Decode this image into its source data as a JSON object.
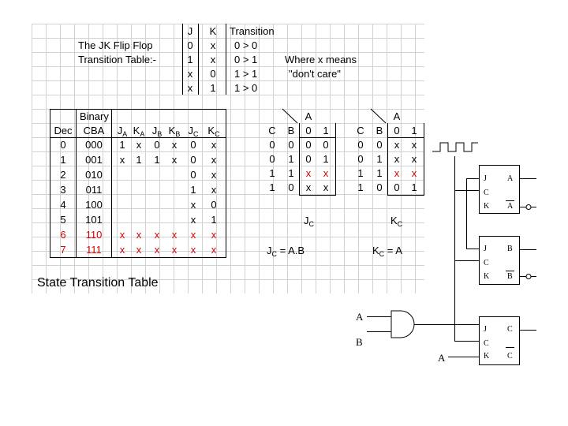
{
  "intro": {
    "line1": "The JK Flip Flop",
    "line2": "Transition Table:-",
    "note1": "Where x means",
    "note2": "\"don't care\""
  },
  "jk_table": {
    "headers": [
      "J",
      "K",
      "Transition"
    ],
    "rows": [
      [
        "0",
        "x",
        "0 > 0"
      ],
      [
        "1",
        "x",
        "0 > 1"
      ],
      [
        "x",
        "0",
        "1 > 1"
      ],
      [
        "x",
        "1",
        "1 > 0"
      ]
    ]
  },
  "state_table": {
    "header_binary": "Binary",
    "header_dec": "Dec",
    "header_cba": "CBA",
    "excitation_headers": [
      {
        "main": "J",
        "sub": "A"
      },
      {
        "main": "K",
        "sub": "A"
      },
      {
        "main": "J",
        "sub": "B"
      },
      {
        "main": "K",
        "sub": "B"
      },
      {
        "main": "J",
        "sub": "C"
      },
      {
        "main": "K",
        "sub": "C"
      }
    ],
    "rows": [
      {
        "dec": "0",
        "bin": "000",
        "ja": "1",
        "ka": "x",
        "jb": "0",
        "kb": "x",
        "jc": "0",
        "kc": "x",
        "unused": false
      },
      {
        "dec": "1",
        "bin": "001",
        "ja": "x",
        "ka": "1",
        "jb": "1",
        "kb": "x",
        "jc": "0",
        "kc": "x",
        "unused": false
      },
      {
        "dec": "2",
        "bin": "010",
        "ja": "",
        "ka": "",
        "jb": "",
        "kb": "",
        "jc": "0",
        "kc": "x",
        "unused": false
      },
      {
        "dec": "3",
        "bin": "011",
        "ja": "",
        "ka": "",
        "jb": "",
        "kb": "",
        "jc": "1",
        "kc": "x",
        "unused": false
      },
      {
        "dec": "4",
        "bin": "100",
        "ja": "",
        "ka": "",
        "jb": "",
        "kb": "",
        "jc": "x",
        "kc": "0",
        "unused": false
      },
      {
        "dec": "5",
        "bin": "101",
        "ja": "",
        "ka": "",
        "jb": "",
        "kb": "",
        "jc": "x",
        "kc": "1",
        "unused": false
      },
      {
        "dec": "6",
        "bin": "110",
        "ja": "x",
        "ka": "x",
        "jb": "x",
        "kb": "x",
        "jc": "x",
        "kc": "x",
        "unused": true
      },
      {
        "dec": "7",
        "bin": "111",
        "ja": "x",
        "ka": "x",
        "jb": "x",
        "kb": "x",
        "jc": "x",
        "kc": "x",
        "unused": true
      }
    ]
  },
  "kmap_jc": {
    "var_top": "A",
    "col_labels": [
      "0",
      "1"
    ],
    "row_headers": [
      "C",
      "B"
    ],
    "rows": [
      {
        "c": "0",
        "b": "0",
        "cells": [
          "0",
          "0"
        ],
        "red": [
          false,
          false
        ]
      },
      {
        "c": "0",
        "b": "1",
        "cells": [
          "0",
          "1"
        ],
        "red": [
          false,
          false
        ]
      },
      {
        "c": "1",
        "b": "1",
        "cells": [
          "x",
          "x"
        ],
        "red": [
          true,
          true
        ]
      },
      {
        "c": "1",
        "b": "0",
        "cells": [
          "x",
          "x"
        ],
        "red": [
          false,
          false
        ]
      }
    ],
    "name_main": "J",
    "name_sub": "C",
    "eq_main": "J",
    "eq_sub": "C",
    "eq_rhs": " = A.B"
  },
  "kmap_kc": {
    "var_top": "A",
    "col_labels": [
      "0",
      "1"
    ],
    "row_headers": [
      "C",
      "B"
    ],
    "rows": [
      {
        "c": "0",
        "b": "0",
        "cells": [
          "x",
          "x"
        ],
        "red": [
          false,
          false
        ]
      },
      {
        "c": "0",
        "b": "1",
        "cells": [
          "x",
          "x"
        ],
        "red": [
          false,
          false
        ]
      },
      {
        "c": "1",
        "b": "1",
        "cells": [
          "x",
          "x"
        ],
        "red": [
          true,
          true
        ]
      },
      {
        "c": "1",
        "b": "0",
        "cells": [
          "0",
          "1"
        ],
        "red": [
          false,
          false
        ]
      }
    ],
    "name_main": "K",
    "name_sub": "C",
    "eq_main": "K",
    "eq_sub": "C",
    "eq_rhs": " = A"
  },
  "section_title": "State Transition Table",
  "circuit": {
    "flipflops": [
      {
        "j": "J",
        "c": "C",
        "k": "K",
        "q": "A",
        "qbar": "A"
      },
      {
        "j": "J",
        "c": "C",
        "k": "K",
        "q": "B",
        "qbar": "B"
      },
      {
        "j": "J",
        "c": "C",
        "k": "K",
        "q": "C",
        "qbar": "C"
      }
    ],
    "gate_input_a": "A",
    "gate_input_b": "B",
    "k_input": "A"
  },
  "colors": {
    "grid": "#d2d2d2",
    "unused_state": "#d40000",
    "line": "#000000"
  }
}
